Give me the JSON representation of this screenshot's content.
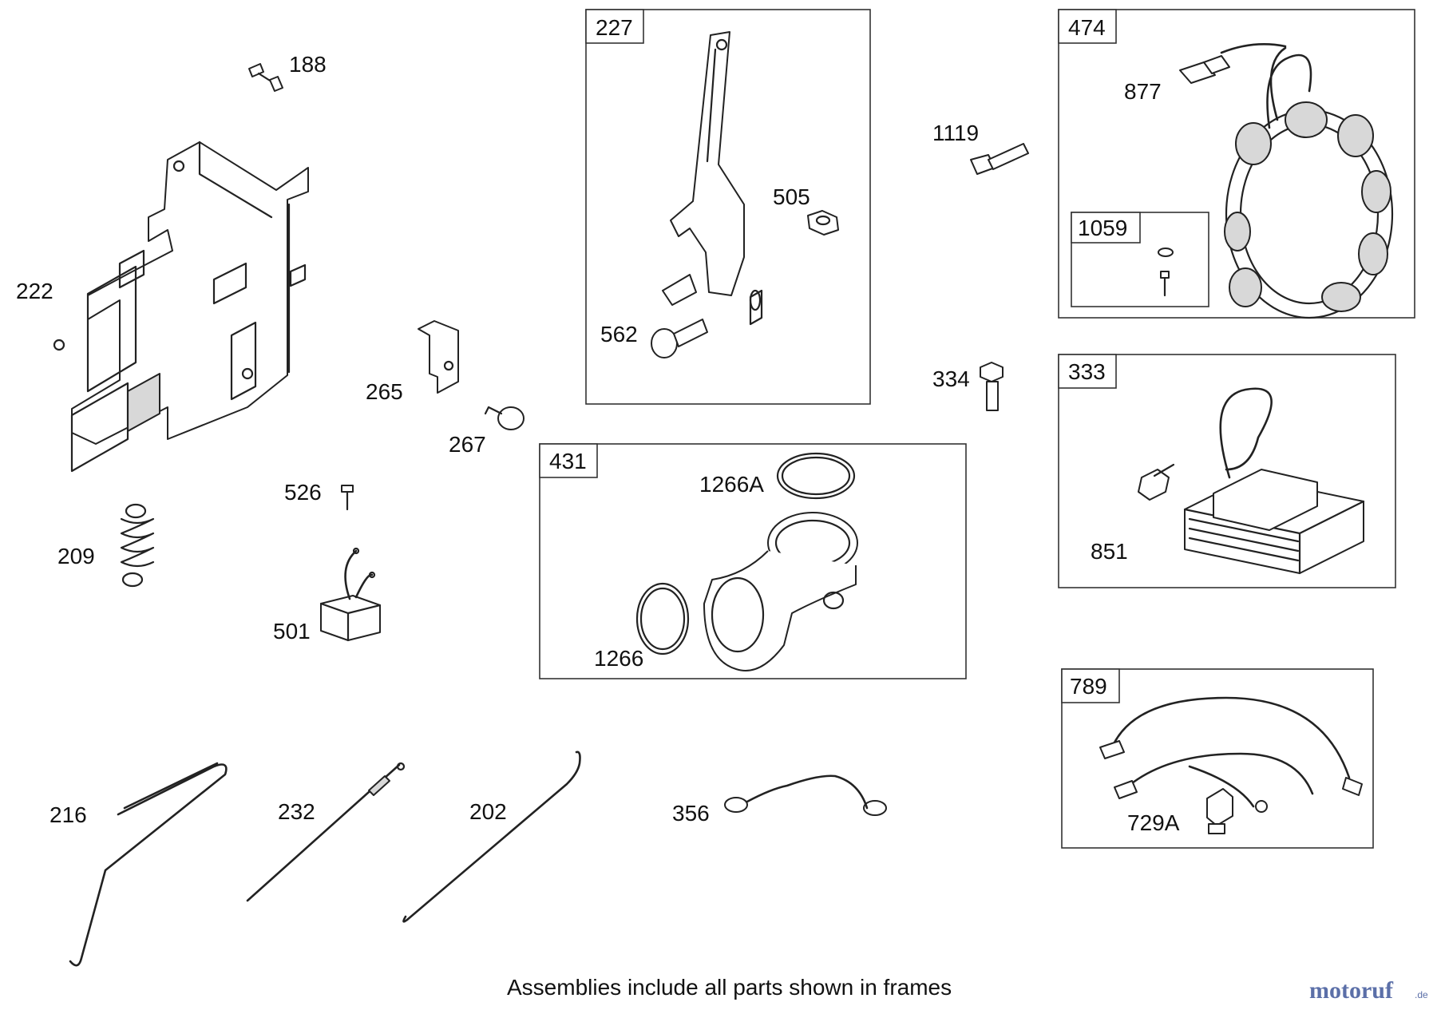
{
  "caption": "Assemblies include all parts shown in frames",
  "watermark": {
    "brand": "motoruf",
    "highlight_letter": "f",
    "suffix": ".de"
  },
  "frames": [
    {
      "id": "frame-227",
      "number": "227"
    },
    {
      "id": "frame-474",
      "number": "474"
    },
    {
      "id": "frame-1059",
      "number": "1059"
    },
    {
      "id": "frame-431",
      "number": "431"
    },
    {
      "id": "frame-333",
      "number": "333"
    },
    {
      "id": "frame-789",
      "number": "789"
    }
  ],
  "labels": [
    {
      "id": "188",
      "text": "188"
    },
    {
      "id": "222",
      "text": "222"
    },
    {
      "id": "209",
      "text": "209"
    },
    {
      "id": "265",
      "text": "265"
    },
    {
      "id": "267",
      "text": "267"
    },
    {
      "id": "526",
      "text": "526"
    },
    {
      "id": "501",
      "text": "501"
    },
    {
      "id": "505",
      "text": "505"
    },
    {
      "id": "562",
      "text": "562"
    },
    {
      "id": "1119",
      "text": "1119"
    },
    {
      "id": "334",
      "text": "334"
    },
    {
      "id": "877",
      "text": "877"
    },
    {
      "id": "851",
      "text": "851"
    },
    {
      "id": "1266A",
      "text": "1266A"
    },
    {
      "id": "1266",
      "text": "1266"
    },
    {
      "id": "729A",
      "text": "729A"
    },
    {
      "id": "216",
      "text": "216"
    },
    {
      "id": "232",
      "text": "232"
    },
    {
      "id": "202",
      "text": "202"
    },
    {
      "id": "356",
      "text": "356"
    }
  ]
}
